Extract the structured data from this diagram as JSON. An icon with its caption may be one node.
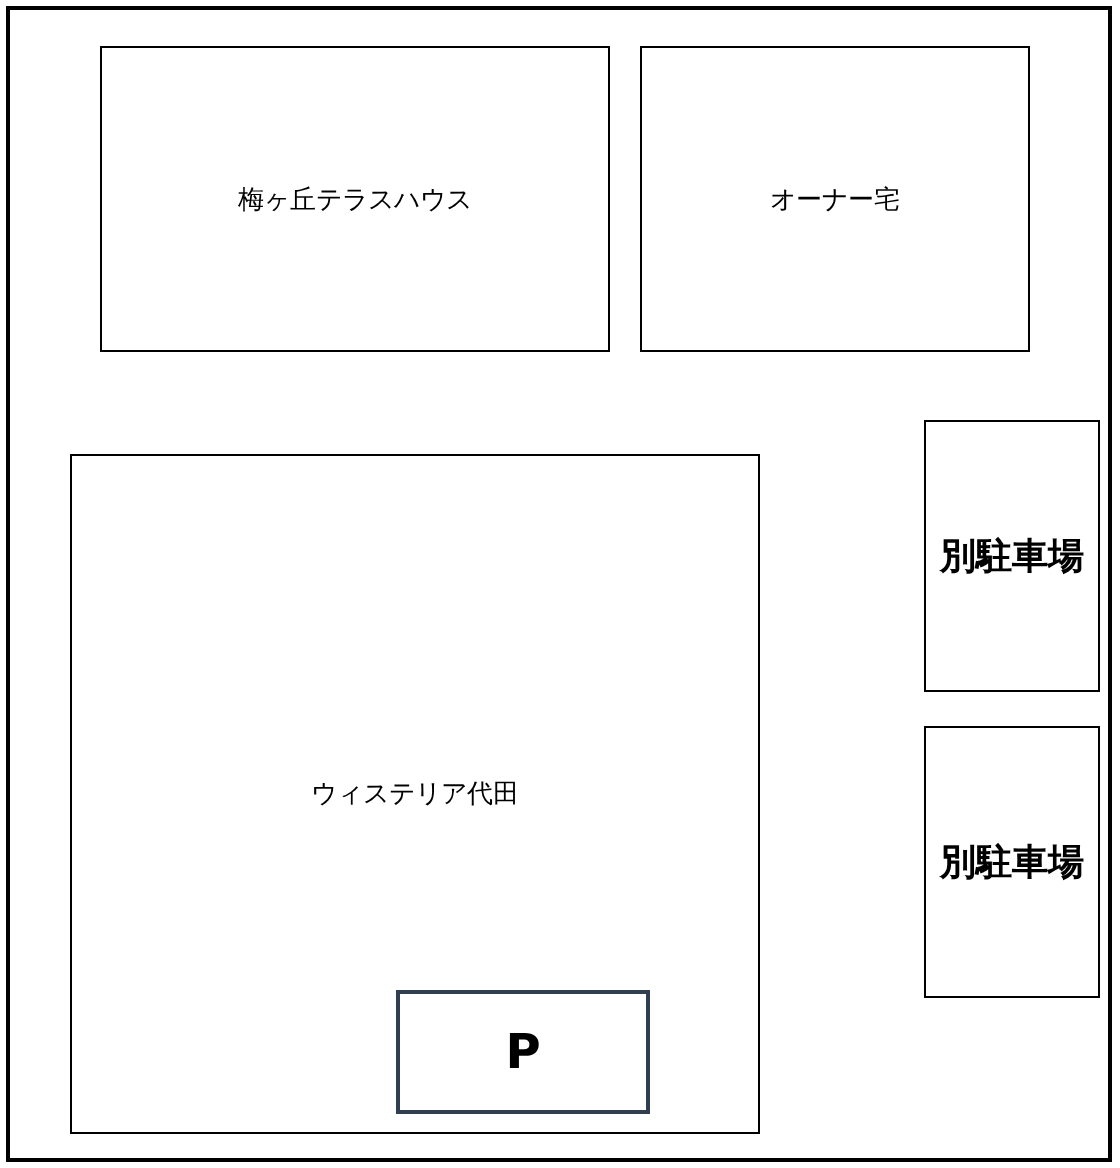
{
  "diagram": {
    "nodes": [
      {
        "text": [],
        "shape": "box"
      },
      {
        "text": [
          "梅ヶ丘テラスハウス"
        ],
        "in": 0
      },
      {
        "text": [
          "オーナー宅"
        ],
        "in": 0
      },
      {
        "text": [
          "ウィステリア代田"
        ],
        "in": 0
      },
      {
        "text": [
          "P"
        ],
        "in": 3
      },
      {
        "text": [
          "別駐車場"
        ],
        "in": 0
      },
      {
        "text": [
          "別駐車場"
        ],
        "in": 0
      }
    ]
  }
}
